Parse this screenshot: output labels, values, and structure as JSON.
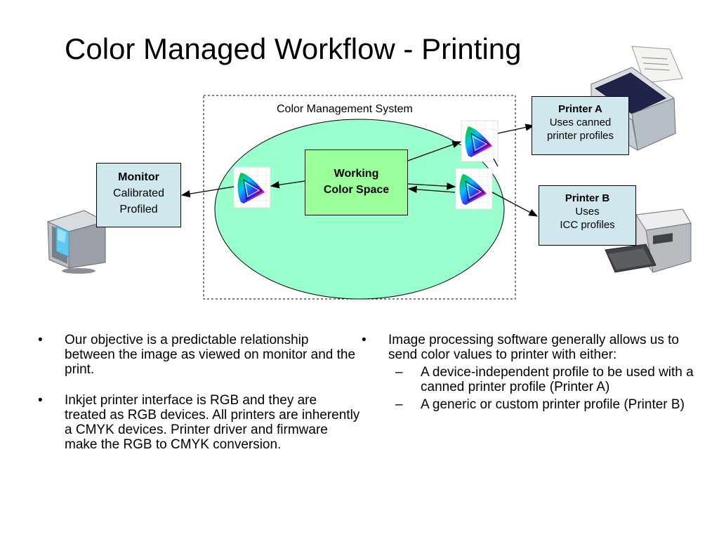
{
  "title": "Color Managed Workflow - Printing",
  "diagram": {
    "cms_label": "Color Management System",
    "working_space": {
      "line1": "Working",
      "line2": "Color Space"
    },
    "monitor": {
      "name": "Monitor",
      "line1": "Calibrated",
      "line2": "Profiled"
    },
    "printer_a": {
      "name": "Printer A",
      "line1": "Uses canned",
      "line2": "printer profiles"
    },
    "printer_b": {
      "name": "Printer B",
      "line1": "Uses",
      "line2": "ICC profiles"
    }
  },
  "left_bullets": [
    "Our objective is a predictable relationship between the image as viewed on monitor and the print.",
    "Inkjet printer interface is RGB and they are treated as RGB devices.  All printers are inherently a CMYK devices.  Printer driver and firmware make the RGB to CMYK conversion."
  ],
  "right_bullets": {
    "main": "Image processing software generally allows us to send color values to printer with either:",
    "sub": [
      "A device-independent profile to be used with a canned printer profile (Printer A)",
      "A generic or custom printer profile (Printer B)"
    ]
  },
  "colors": {
    "ellipse_fill": "#99ffcc",
    "working_fill": "#99ff99",
    "device_box_fill": "#cfe7ed"
  },
  "icons": [
    "monitor-icon",
    "inkjet-printer-icon",
    "large-format-printer-icon",
    "gamut-chart-icon"
  ]
}
